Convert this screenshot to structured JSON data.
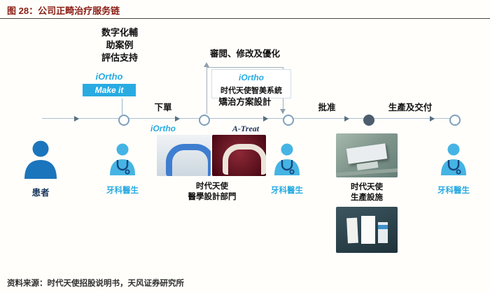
{
  "title": "图 28：公司正畸治疗服务链",
  "source": "资料来源：时代天使招股说明书，天风证券研究所",
  "colors": {
    "title_red": "#8b1e14",
    "iortho_blue": "#29abe2",
    "patient_blue": "#1b75bc",
    "timeline_gray_blue": "#a9c0d2"
  },
  "flow": {
    "pre_lines": [
      "数字化輔",
      "助案例",
      "評估支持"
    ],
    "iortho": "iOrtho",
    "make_it": "Make it",
    "review": "審閲、修改及優化",
    "system_name": "时代天使智美系統",
    "design": "矯治方案設計",
    "atreat": "A-Treat",
    "steps": {
      "order": "下單",
      "approve": "批准",
      "produce": "生產及交付"
    }
  },
  "actors": {
    "patient": "患者",
    "dentist": "牙科醫生",
    "design_dept": [
      "时代天使",
      "醫學設計部門"
    ],
    "production": [
      "时代天使",
      "生產設施"
    ]
  }
}
